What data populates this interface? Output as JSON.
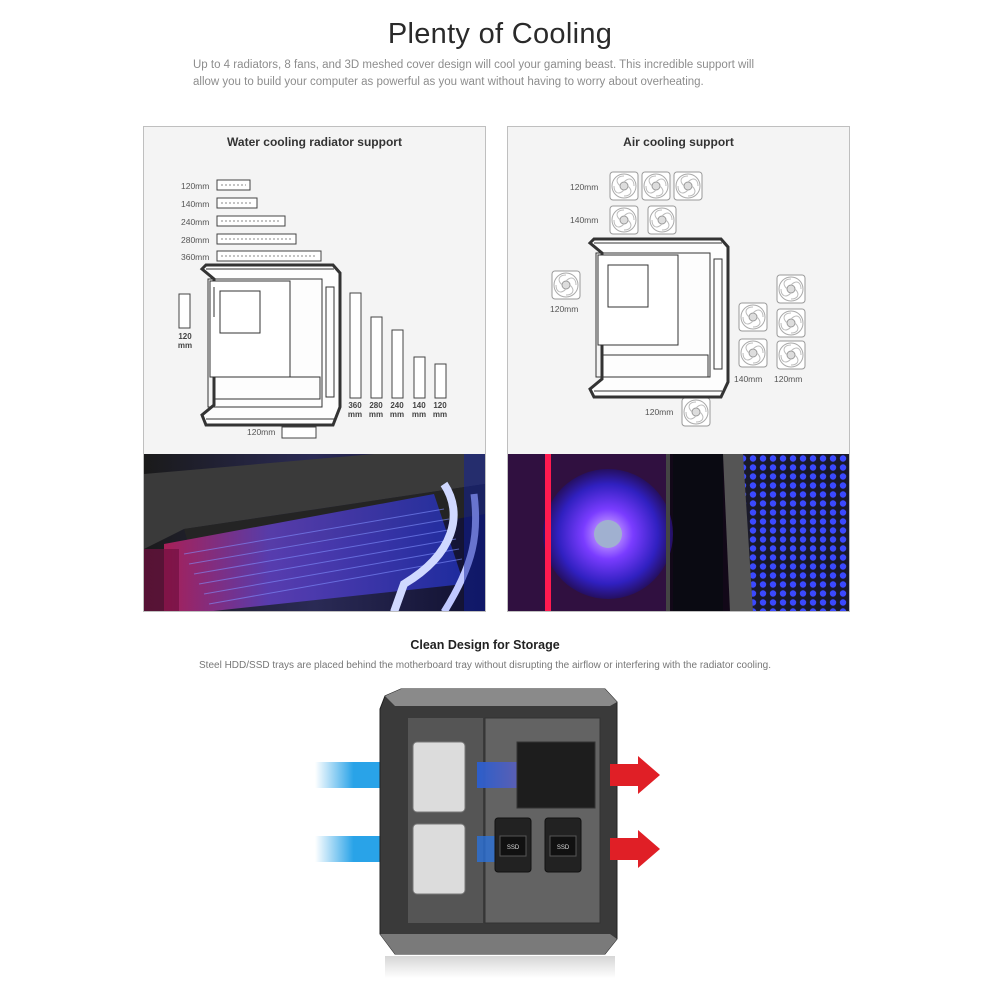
{
  "header": {
    "title": "Plenty of Cooling",
    "intro_line1": "Up to 4 radiators, 8 fans, and 3D meshed cover design will cool your gaming beast. This incredible support will",
    "intro_line2": "allow you to build your computer as powerful as you want without having to worry about overheating."
  },
  "water_panel": {
    "title": "Water cooling radiator support",
    "top_sizes": [
      "120mm",
      "140mm",
      "240mm",
      "280mm",
      "360mm"
    ],
    "rear_size": [
      "120",
      "mm"
    ],
    "front_sizes": [
      [
        "360",
        "mm"
      ],
      [
        "280",
        "mm"
      ],
      [
        "240",
        "mm"
      ],
      [
        "140",
        "mm"
      ],
      [
        "120",
        "mm"
      ]
    ],
    "bottom_size": "120mm"
  },
  "air_panel": {
    "title": "Air cooling support",
    "top_120": "120mm",
    "top_140": "140mm",
    "rear": "120mm",
    "front_140": "140mm",
    "front_120": "120mm",
    "bottom": "120mm"
  },
  "storage": {
    "title": "Clean Design for Storage",
    "description": "Steel HDD/SSD trays are placed behind the motherboard tray without disrupting the airflow or interfering with the radiator cooling.",
    "ssd_label": "SSD"
  },
  "colors": {
    "cool_air": "#29a3e8",
    "hot_air": "#e01f26",
    "led_red": "#ff2a55",
    "led_blue": "#2f3cff"
  }
}
